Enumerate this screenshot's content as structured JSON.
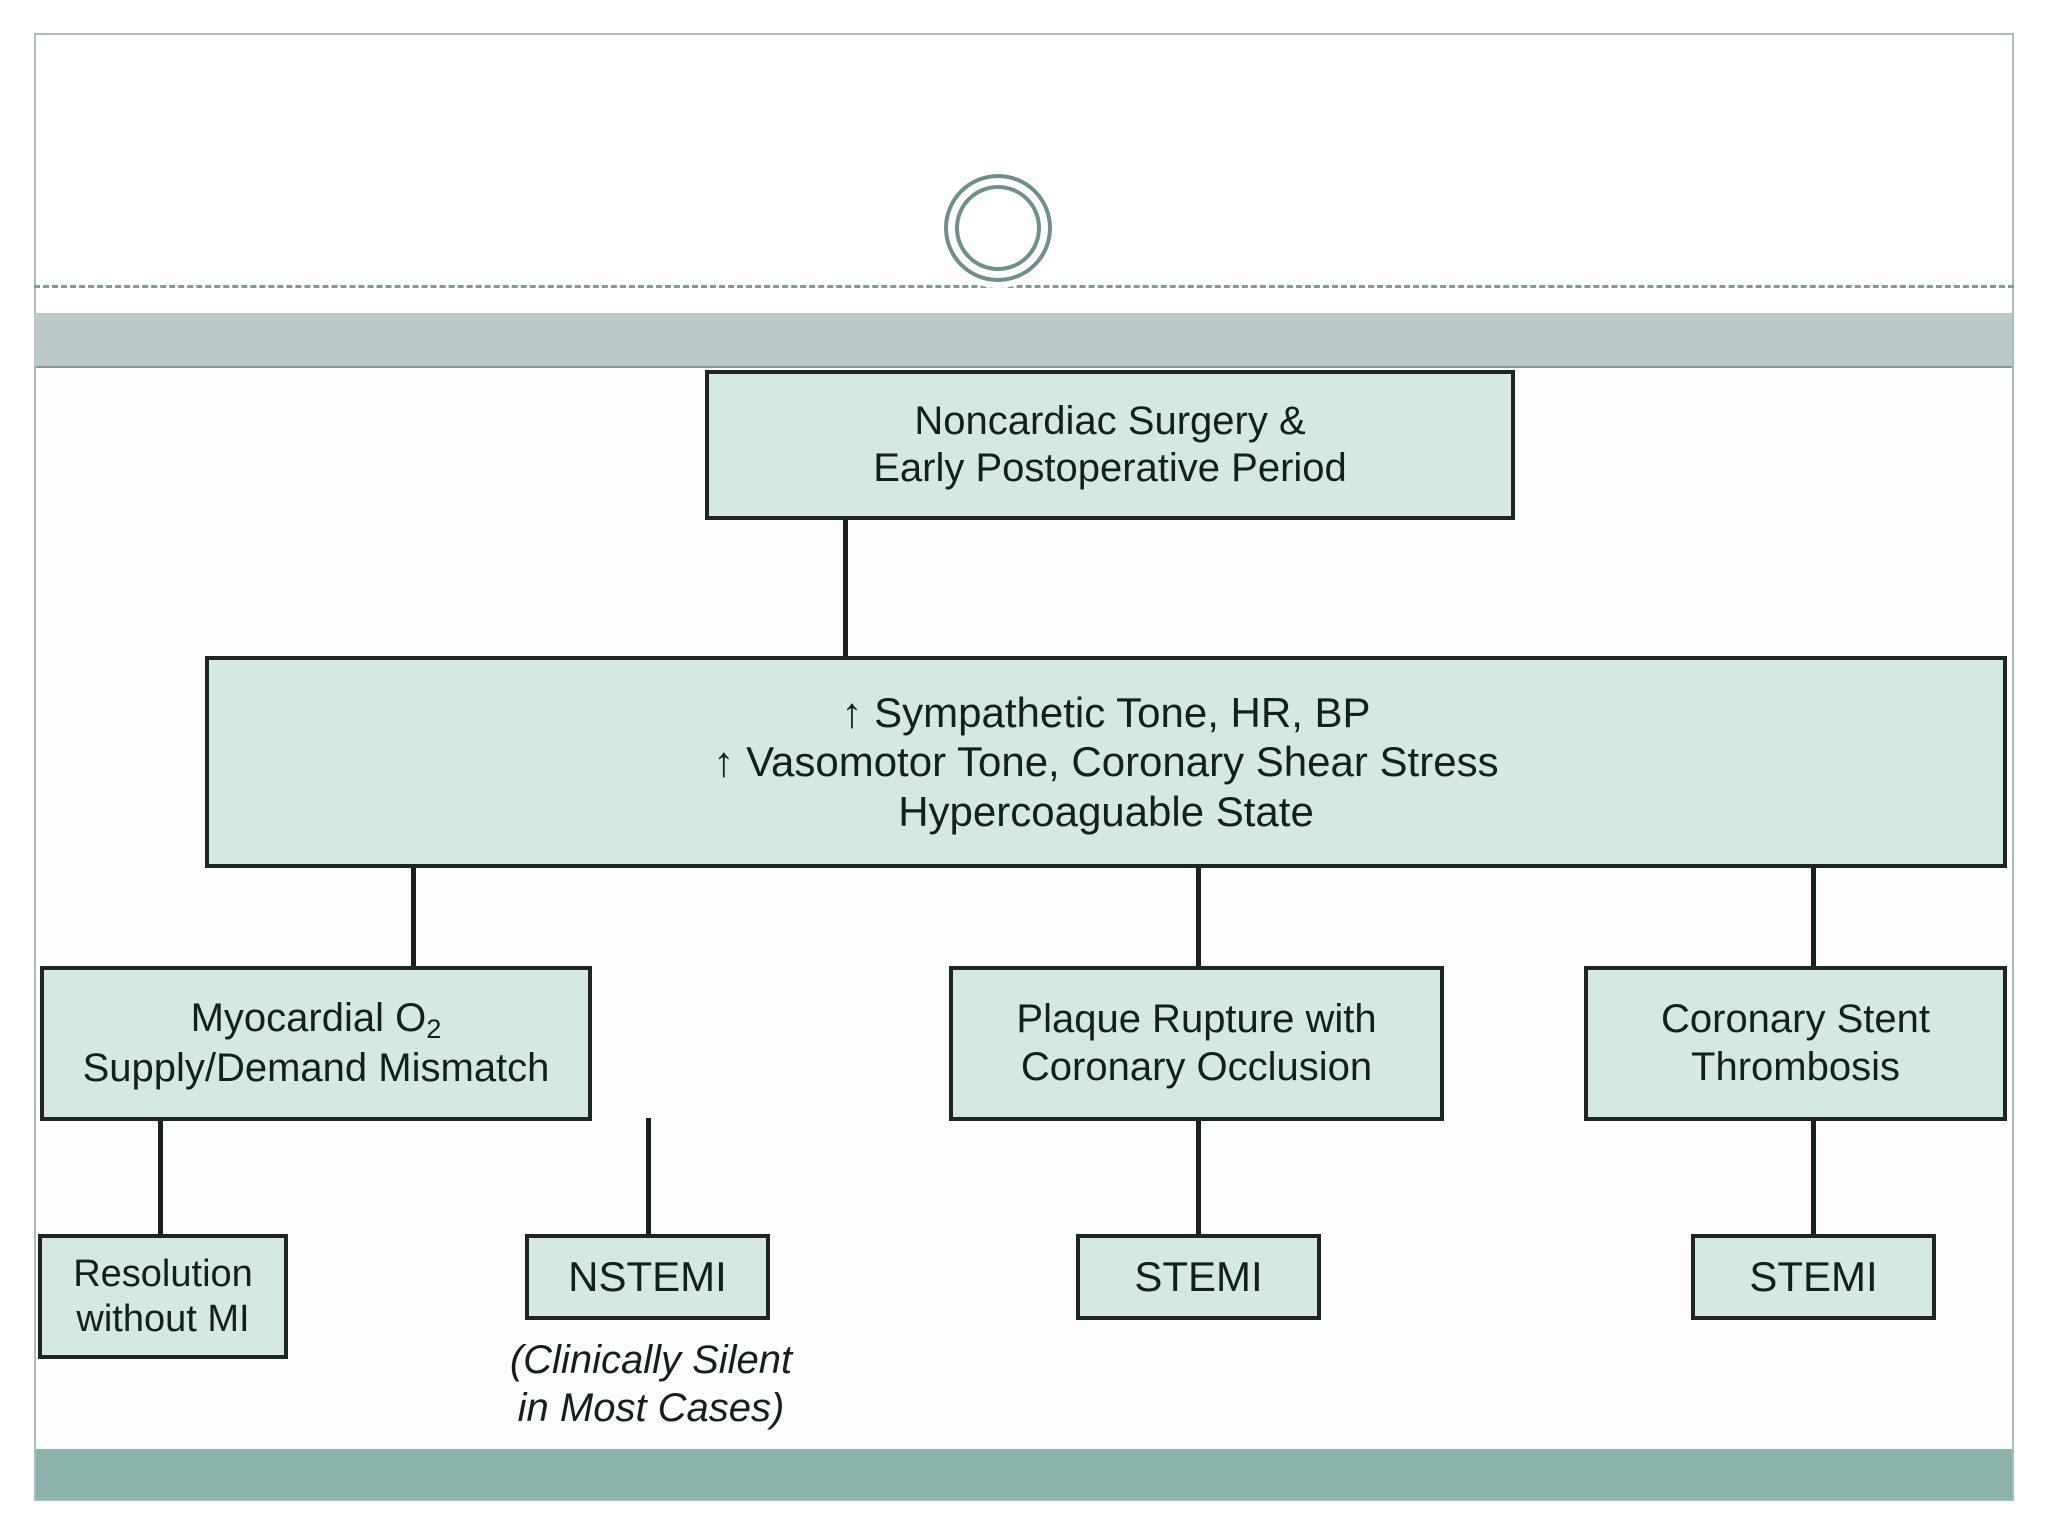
{
  "slide": {
    "background_color": "#ffffff",
    "frame_border_color": "#a9bfbd",
    "band_color": "#bcc9cb",
    "bottom_band_color": "#8cb3ac",
    "decor_circle_color": "#6f8f8d",
    "dashed_rule_color": "#7d9b99"
  },
  "diagram": {
    "node_fill": "#d5e8e2",
    "node_border": "#1d2624",
    "nodes": {
      "surgery": {
        "line1": "Noncardiac Surgery &",
        "line2": "Early Postoperative Period"
      },
      "physiology": {
        "line1": "↑ Sympathetic Tone, HR, BP",
        "line2": "↑ Vasomotor Tone, Coronary Shear Stress",
        "line3": "Hypercoaguable State"
      },
      "mismatch": {
        "line1_pre": "Myocardial O",
        "line1_sub": "2",
        "line2": "Supply/Demand Mismatch"
      },
      "plaque": {
        "line1": "Plaque Rupture with",
        "line2": "Coronary Occlusion"
      },
      "stent": {
        "line1": "Coronary Stent",
        "line2": "Thrombosis"
      },
      "resolution": {
        "line1": "Resolution",
        "line2": "without MI"
      },
      "nstemi": {
        "label": "NSTEMI"
      },
      "stemi_plaque": {
        "label": "STEMI"
      },
      "stemi_stent": {
        "label": "STEMI"
      }
    },
    "annotations": {
      "nstemi_note_line1": "(Clinically Silent",
      "nstemi_note_line2": "in Most Cases)"
    }
  }
}
